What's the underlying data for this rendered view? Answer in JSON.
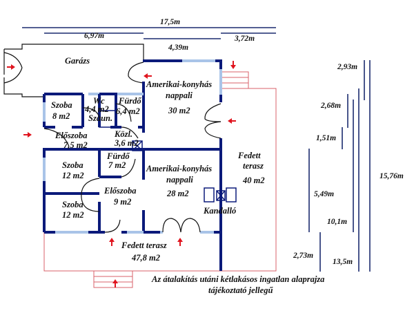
{
  "dimensions": {
    "total_width": "17,5m",
    "garage_width": "6,97m",
    "middle_width": "4,39m",
    "terrace_width": "3,72m",
    "right": [
      "2,93m",
      "2,68m",
      "1,51m",
      "5,49m",
      "10,1m",
      "2,73m",
      "13,5m",
      "15,76m"
    ]
  },
  "rooms": {
    "garage": "Garázs",
    "kitchen1": [
      "Amerikai-konyhás",
      "nappali",
      "30 m2"
    ],
    "szoba1": [
      "Szoba",
      "8 m2"
    ],
    "wc": [
      "Wc",
      "4,4 m2",
      "Szaun."
    ],
    "furdo1": [
      "Fürdő",
      "6,4 m2"
    ],
    "eloszoba1": [
      "Előszoba",
      "7,5 m2"
    ],
    "kozl": [
      "Közl.",
      "3,6 m2"
    ],
    "szoba2": [
      "Szoba",
      "12 m2"
    ],
    "furdo2": [
      "Fürdő",
      "7 m2"
    ],
    "eloszoba2": [
      "Előszoba",
      "9 m2"
    ],
    "szoba3": [
      "Szoba",
      "12 m2"
    ],
    "kitchen2": [
      "Amerikai-konyhás",
      "nappali",
      "28 m2"
    ],
    "terrace_right": [
      "Fedett",
      "terasz",
      "40 m2"
    ],
    "fireplace": "Kandalló",
    "terrace_bottom": [
      "Fedett terasz",
      "47,8 m2"
    ]
  },
  "caption": {
    "line1": "Az átalakítás utáni kétlakásos ingatlan alaprajza",
    "line2": "tájékoztató jellegű"
  },
  "colors": {
    "wall": "#0b1a7a",
    "window": "#a9c4e8",
    "terrace_outline": "#d9606a",
    "arrow": "#e0141e"
  }
}
